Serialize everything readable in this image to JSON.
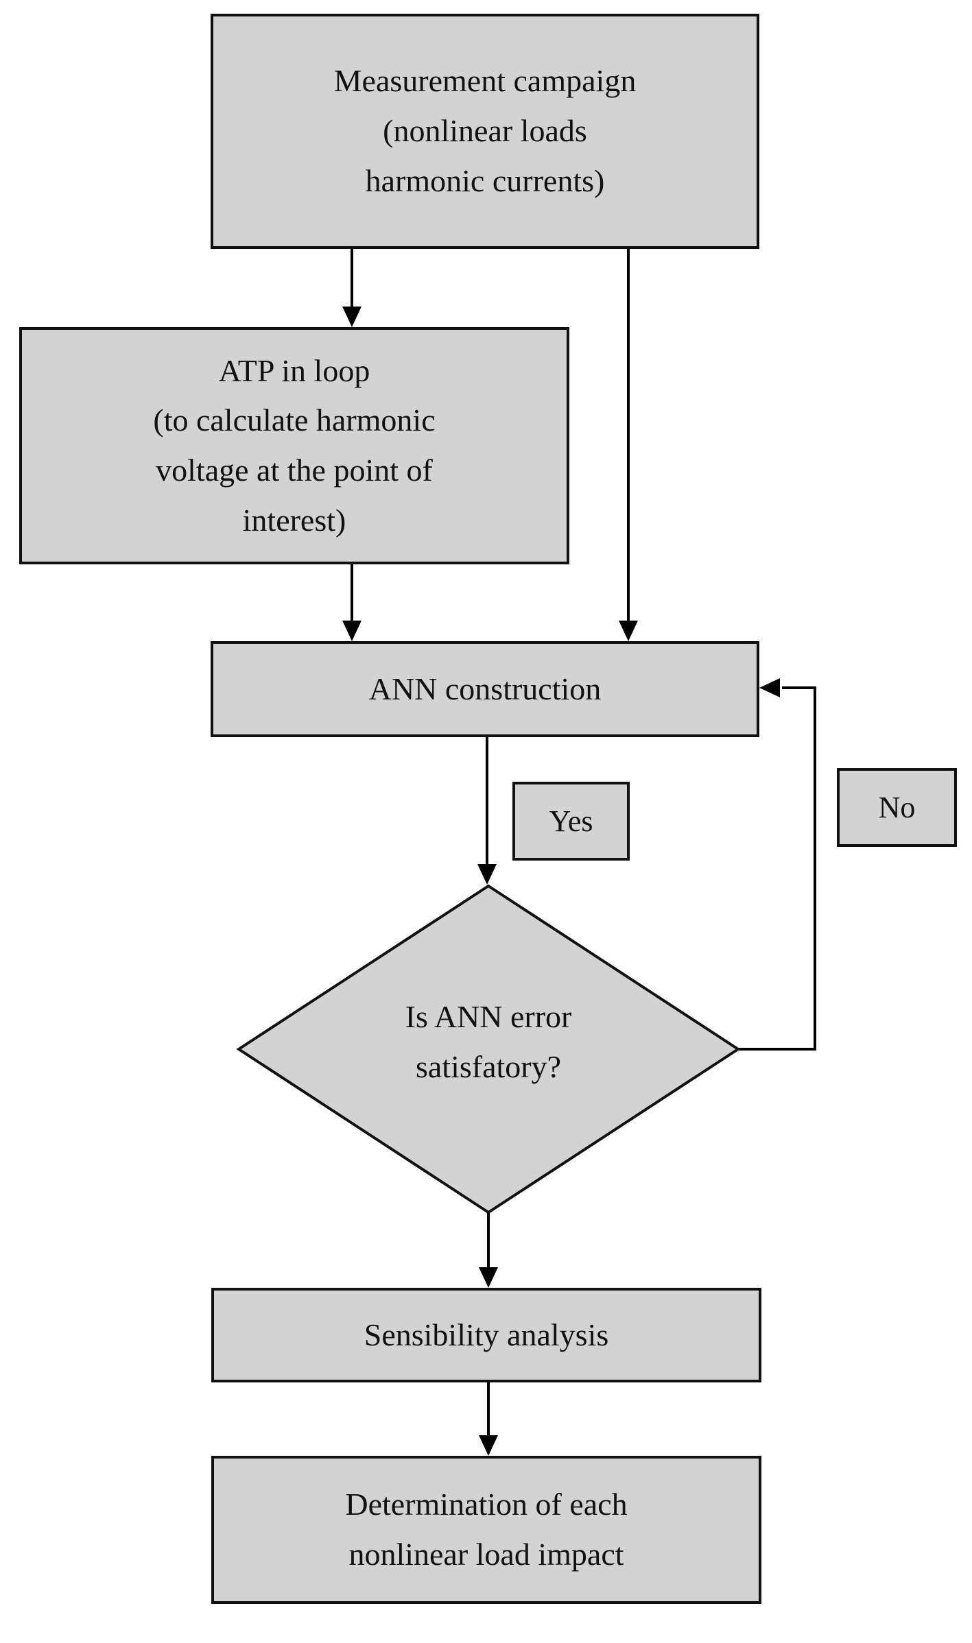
{
  "diagram": {
    "type": "flowchart",
    "nodes": {
      "measurement": {
        "label": "Measurement campaign\n(nonlinear loads\nharmonic currents)"
      },
      "atp": {
        "label": "ATP in loop\n(to calculate harmonic\nvoltage at the point of\ninterest)"
      },
      "ann": {
        "label": "ANN construction"
      },
      "decision": {
        "label": "Is ANN error\nsatisfatory?"
      },
      "yes": {
        "label": "Yes"
      },
      "no": {
        "label": "No"
      },
      "sensibility": {
        "label": "Sensibility analysis"
      },
      "determination": {
        "label": "Determination of each\nnonlinear load impact"
      }
    },
    "edges": [
      "measurement -> atp",
      "measurement -> ann",
      "atp -> ann",
      "ann -> decision",
      "decision -> sensibility (Yes)",
      "decision -> ann (No loop)",
      "sensibility -> determination"
    ],
    "colors": {
      "node_fill": "#d3d3d3",
      "node_border": "#111111",
      "connector": "#000000",
      "background": "#ffffff"
    }
  }
}
